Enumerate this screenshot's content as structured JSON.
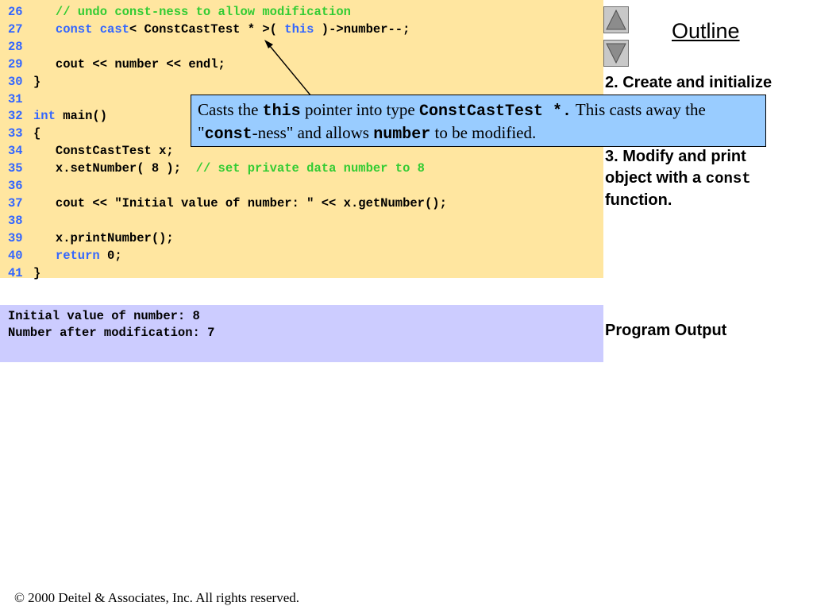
{
  "code": {
    "lines": [
      {
        "num": "26",
        "segments": [
          [
            "tx",
            "   "
          ],
          [
            "cm",
            "// undo const-ness to allow modification"
          ]
        ]
      },
      {
        "num": "27",
        "segments": [
          [
            "tx",
            "   "
          ],
          [
            "kw",
            "const cast"
          ],
          [
            "tx",
            "< ConstCastTest * >( "
          ],
          [
            "kw",
            "this"
          ],
          [
            "tx",
            " )->number--;"
          ]
        ]
      },
      {
        "num": "28",
        "segments": []
      },
      {
        "num": "29",
        "segments": [
          [
            "tx",
            "   cout << number << endl;"
          ]
        ]
      },
      {
        "num": "30",
        "segments": [
          [
            "tx",
            "}"
          ]
        ]
      },
      {
        "num": "31",
        "segments": []
      },
      {
        "num": "32",
        "segments": [
          [
            "kw",
            "int"
          ],
          [
            "tx",
            " main()"
          ]
        ]
      },
      {
        "num": "33",
        "segments": [
          [
            "tx",
            "{"
          ]
        ]
      },
      {
        "num": "34",
        "segments": [
          [
            "tx",
            "   ConstCastTest x;"
          ]
        ]
      },
      {
        "num": "35",
        "segments": [
          [
            "tx",
            "   x.setNumber( 8 );  "
          ],
          [
            "cm",
            "// set private data number to 8"
          ]
        ]
      },
      {
        "num": "36",
        "segments": []
      },
      {
        "num": "37",
        "segments": [
          [
            "tx",
            "   cout << \"Initial value of number: \" << x.getNumber();"
          ]
        ]
      },
      {
        "num": "38",
        "segments": []
      },
      {
        "num": "39",
        "segments": [
          [
            "tx",
            "   x.printNumber();"
          ]
        ]
      },
      {
        "num": "40",
        "segments": [
          [
            "tx",
            "   "
          ],
          [
            "kw",
            "return"
          ],
          [
            "tx",
            " 0;"
          ]
        ]
      },
      {
        "num": "41",
        "segments": [
          [
            "tx",
            "}"
          ]
        ]
      }
    ]
  },
  "callout": {
    "p1": "Casts the ",
    "c1": "this",
    "p2": " pointer into type ",
    "c2": "ConstCastTest *.",
    "p3": "    This casts away the \"",
    "c3": "const",
    "p4": "-ness\" and allows ",
    "c4": "number",
    "p5": " to be modified."
  },
  "sidebar": {
    "outline": "Outline",
    "step2": "2.  Create and initialize",
    "step3_line1": "3.  Modify and print",
    "step3_line2_pre": "object with a ",
    "step3_line2_code": "const",
    "step3_line3": "function.",
    "program_output": "Program Output"
  },
  "nav": {
    "up_icon": "triangle-up-icon",
    "down_icon": "triangle-down-icon",
    "button_fill": "#c8c8c8"
  },
  "output": {
    "lines": [
      "Initial value of number: 8",
      "Number after modification: 7"
    ]
  },
  "footer": {
    "copyright": "© 2000 Deitel & Associates, Inc.  All rights reserved."
  },
  "colors": {
    "code_bg": "#ffe6a0",
    "keyword": "#3366ff",
    "comment": "#33cc33",
    "callout_bg": "#99ccff",
    "output_bg": "#ccccff"
  }
}
